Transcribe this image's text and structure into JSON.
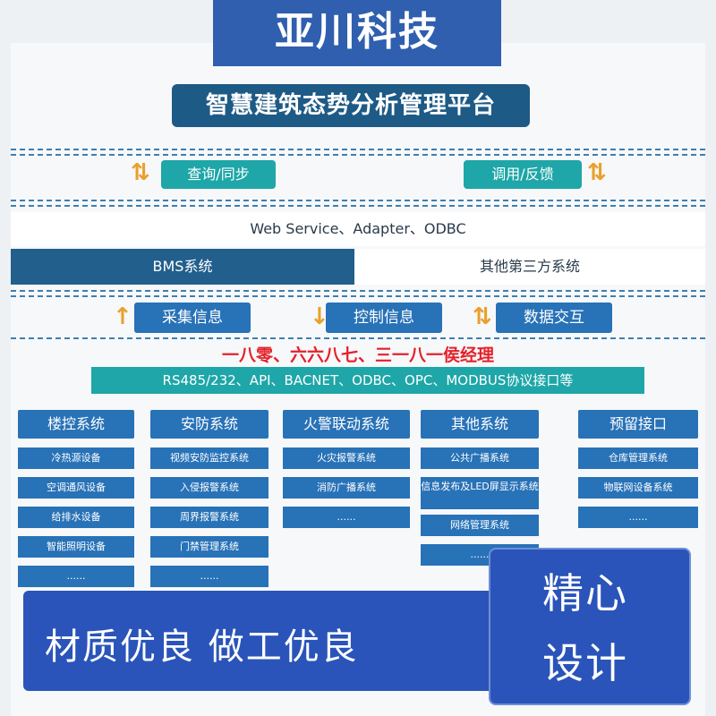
{
  "brand": "亚川科技",
  "platform_title": "智慧建筑态势分析管理平台",
  "top_buttons": {
    "left": "查询/同步",
    "right": "调用/反馈"
  },
  "web_service": "Web Service、Adapter、ODBC",
  "systems": {
    "bms": "BMS系统",
    "third_party": "其他第三方系统"
  },
  "middle_buttons": {
    "collect": "采集信息",
    "control": "控制信息",
    "exchange": "数据交互"
  },
  "red_note": "一八零、六六八七、三一八一侯经理",
  "protocols": "RS485/232、API、BACNET、ODBC、OPC、MODBUS协议接口等",
  "columns": [
    {
      "head": "楼控系统",
      "items": [
        "冷热源设备",
        "空调通风设备",
        "给排水设备",
        "智能照明设备",
        "......"
      ]
    },
    {
      "head": "安防系统",
      "items": [
        "视频安防监控系统",
        "入侵报警系统",
        "周界报警系统",
        "门禁管理系统",
        "......"
      ]
    },
    {
      "head": "火警联动系统",
      "items": [
        "火灾报警系统",
        "消防广播系统",
        "......"
      ]
    },
    {
      "head": "其他系统",
      "items": [
        "公共广播系统",
        "信息发布及LED屏显示系统",
        "网络管理系统",
        "......"
      ]
    },
    {
      "head": "预留接口",
      "items": [
        "仓库管理系统",
        "物联网设备系统",
        "......"
      ]
    }
  ],
  "banner": {
    "slogan": "材质优良 做工优良",
    "design_line1": "精心",
    "design_line2": "设计"
  },
  "colors": {
    "teal": "#1ea6a8",
    "blue": "#2872b7",
    "dark_blue": "#1e5a86",
    "arrow": "#e9a02b",
    "red": "#e4212b"
  }
}
